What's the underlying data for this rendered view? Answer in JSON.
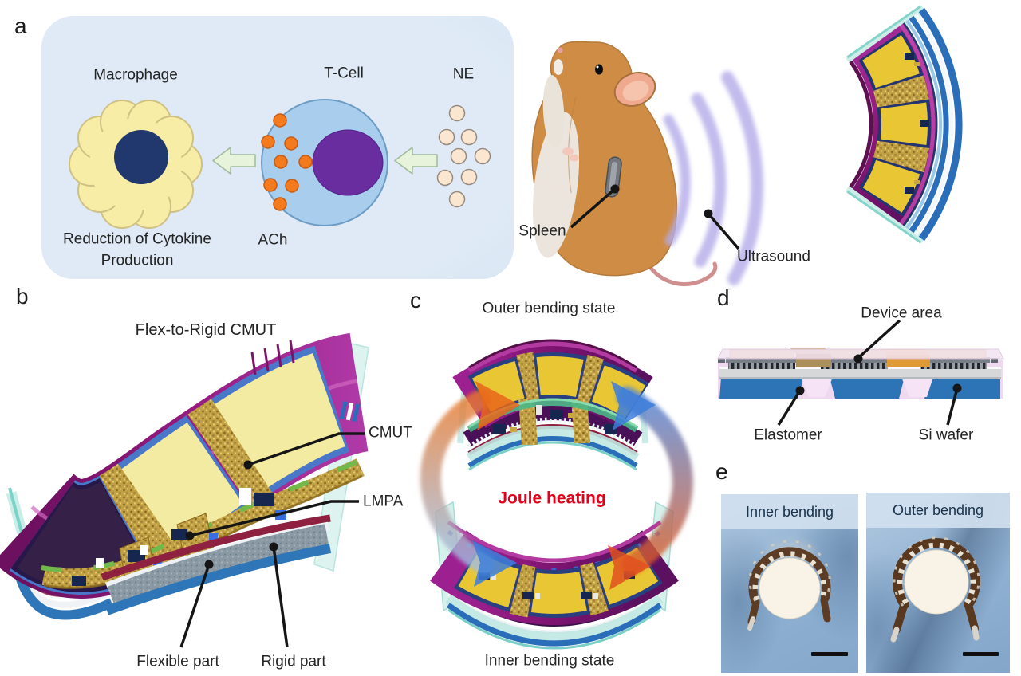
{
  "figure": {
    "panel_a": {
      "label": "a",
      "pathway": {
        "macrophage": "Macrophage",
        "t_cell": "T-Cell",
        "ne": "NE",
        "ach": "ACh",
        "reduction_line1": "Reduction of Cytokine",
        "reduction_line2": "Production"
      },
      "in_vivo": {
        "spleen": "Spleen",
        "ultrasound": "Ultrasound"
      }
    },
    "panel_b": {
      "label": "b",
      "title": "Flex-to-Rigid CMUT",
      "annotations": {
        "cmut": "CMUT",
        "lmpa": "LMPA",
        "flexible": "Flexible part",
        "rigid": "Rigid part"
      }
    },
    "panel_c": {
      "label": "c",
      "outer_state": "Outer bending state",
      "joule_heating": "Joule heating",
      "inner_state": "Inner bending state"
    },
    "panel_d": {
      "label": "d",
      "annotations": {
        "device_area": "Device area",
        "elastomer": "Elastomer",
        "si_wafer": "Si wafer"
      }
    },
    "panel_e": {
      "label": "e",
      "photos": [
        {
          "caption": "Inner bending"
        },
        {
          "caption": "Outer bending"
        }
      ]
    },
    "colors": {
      "panel_a_bg": "#dce8f5",
      "macrophage_yellow": "#f8eda6",
      "macrophage_nucleus_navy": "#20386e",
      "tcell_blue": "#a9cdec",
      "tcell_nucleus_purple": "#6a2da0",
      "ach_orange": "#f47a1e",
      "ne_peach": "#fbe6d2",
      "arrow_green": "#e7f3da",
      "mouse_brown": "#cf8c45",
      "ultrasound_purple": "#b3abe8",
      "device_magenta": "#8e1878",
      "device_gold": "#e9c634",
      "glass_cyan": "#bfe8e2",
      "layer_blue": "#2e76b8",
      "joule_red": "#e60019",
      "elastomer_pink": "#f0d9f0",
      "photo_blue": "#90b2d3"
    }
  }
}
